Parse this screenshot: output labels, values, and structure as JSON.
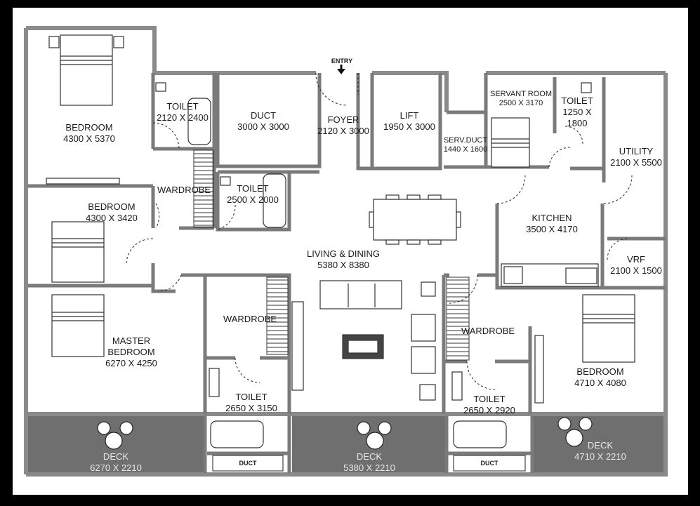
{
  "plan": {
    "entry_label": "ENTRY",
    "rooms": {
      "bedroom_nw": {
        "name": "BEDROOM",
        "size": "4300 X 5370"
      },
      "bedroom_w": {
        "name": "BEDROOM",
        "size": "4300 X 3420"
      },
      "master_bedroom": {
        "name": "MASTER",
        "name2": "BEDROOM",
        "size": "6270 X 4250"
      },
      "toilet_nw": {
        "name": "TOILET",
        "size": "2120 X 2400"
      },
      "duct_top": {
        "name": "DUCT",
        "size": "3000 X 3000"
      },
      "foyer": {
        "name": "FOYER",
        "size": "2120 X 3000"
      },
      "lift": {
        "name": "LIFT",
        "size": "1950 X 3000"
      },
      "serv_duct": {
        "name": "SERV.DUCT",
        "size": "1440 X 1600"
      },
      "servant_room": {
        "name": "SERVANT ROOM",
        "size": "2500 X 3170"
      },
      "toilet_servant": {
        "name": "TOILET",
        "size": "1250 X",
        "size2": "1800"
      },
      "utility": {
        "name": "UTILITY",
        "size": "2100 X 5500"
      },
      "wardrobe_nw": {
        "name": "WARDROBE"
      },
      "toilet_mid": {
        "name": "TOILET",
        "size": "2500 X 2000"
      },
      "kitchen": {
        "name": "KITCHEN",
        "size": "3500 X 4170"
      },
      "vrf": {
        "name": "VRF",
        "size": "2100 X 1500"
      },
      "living": {
        "name": "LIVING & DINING",
        "size": "5380 X 8380"
      },
      "wardrobe_master": {
        "name": "WARDROBE"
      },
      "toilet_master": {
        "name": "TOILET",
        "size": "2650 X 3150"
      },
      "wardrobe_se": {
        "name": "WARDROBE"
      },
      "toilet_se": {
        "name": "TOILET",
        "size": "2650 X 2920"
      },
      "bedroom_se": {
        "name": "BEDROOM",
        "size": "4710 X 4080"
      },
      "deck_w": {
        "name": "DECK",
        "size": "6270 X 2210"
      },
      "deck_mid": {
        "name": "DECK",
        "size": "5380 X 2210"
      },
      "deck_e": {
        "name": "DECK",
        "size": "4710 X 2210"
      },
      "duct_bottom_1": {
        "name": "DUCT"
      },
      "duct_bottom_2": {
        "name": "DUCT"
      }
    }
  }
}
